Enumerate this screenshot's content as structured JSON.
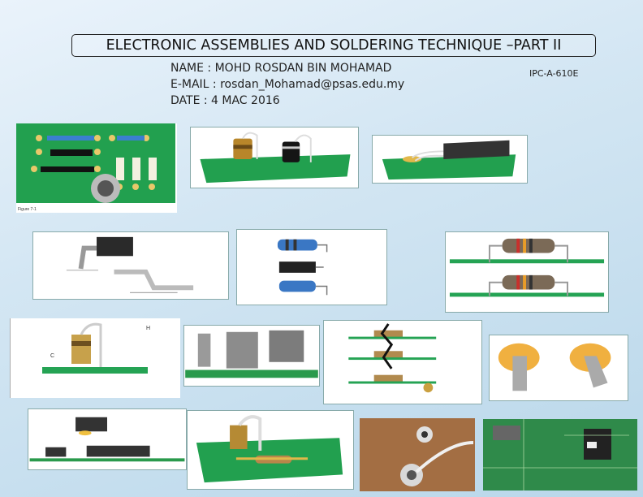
{
  "header": {
    "title": "ELECTRONIC ASSEMBLIES AND SOLDERING TECHNIQUE –PART II",
    "name_line": "NAME : MOHD ROSDAN BIN MOHAMAD",
    "email_line": "E-MAIL : rosdan_Mohamad@psas.edu.my",
    "date_line": "DATE : 4 MAC 2016",
    "standard": "IPC-A-610E"
  },
  "figures": {
    "pcb_caption": "Figure 7-1",
    "dim_h": "H",
    "dim_c": "C"
  },
  "colors": {
    "pcb_green": "#1f9a4a",
    "pad_gold": "#d9b24a",
    "background_blue": "#cfe3f1"
  }
}
